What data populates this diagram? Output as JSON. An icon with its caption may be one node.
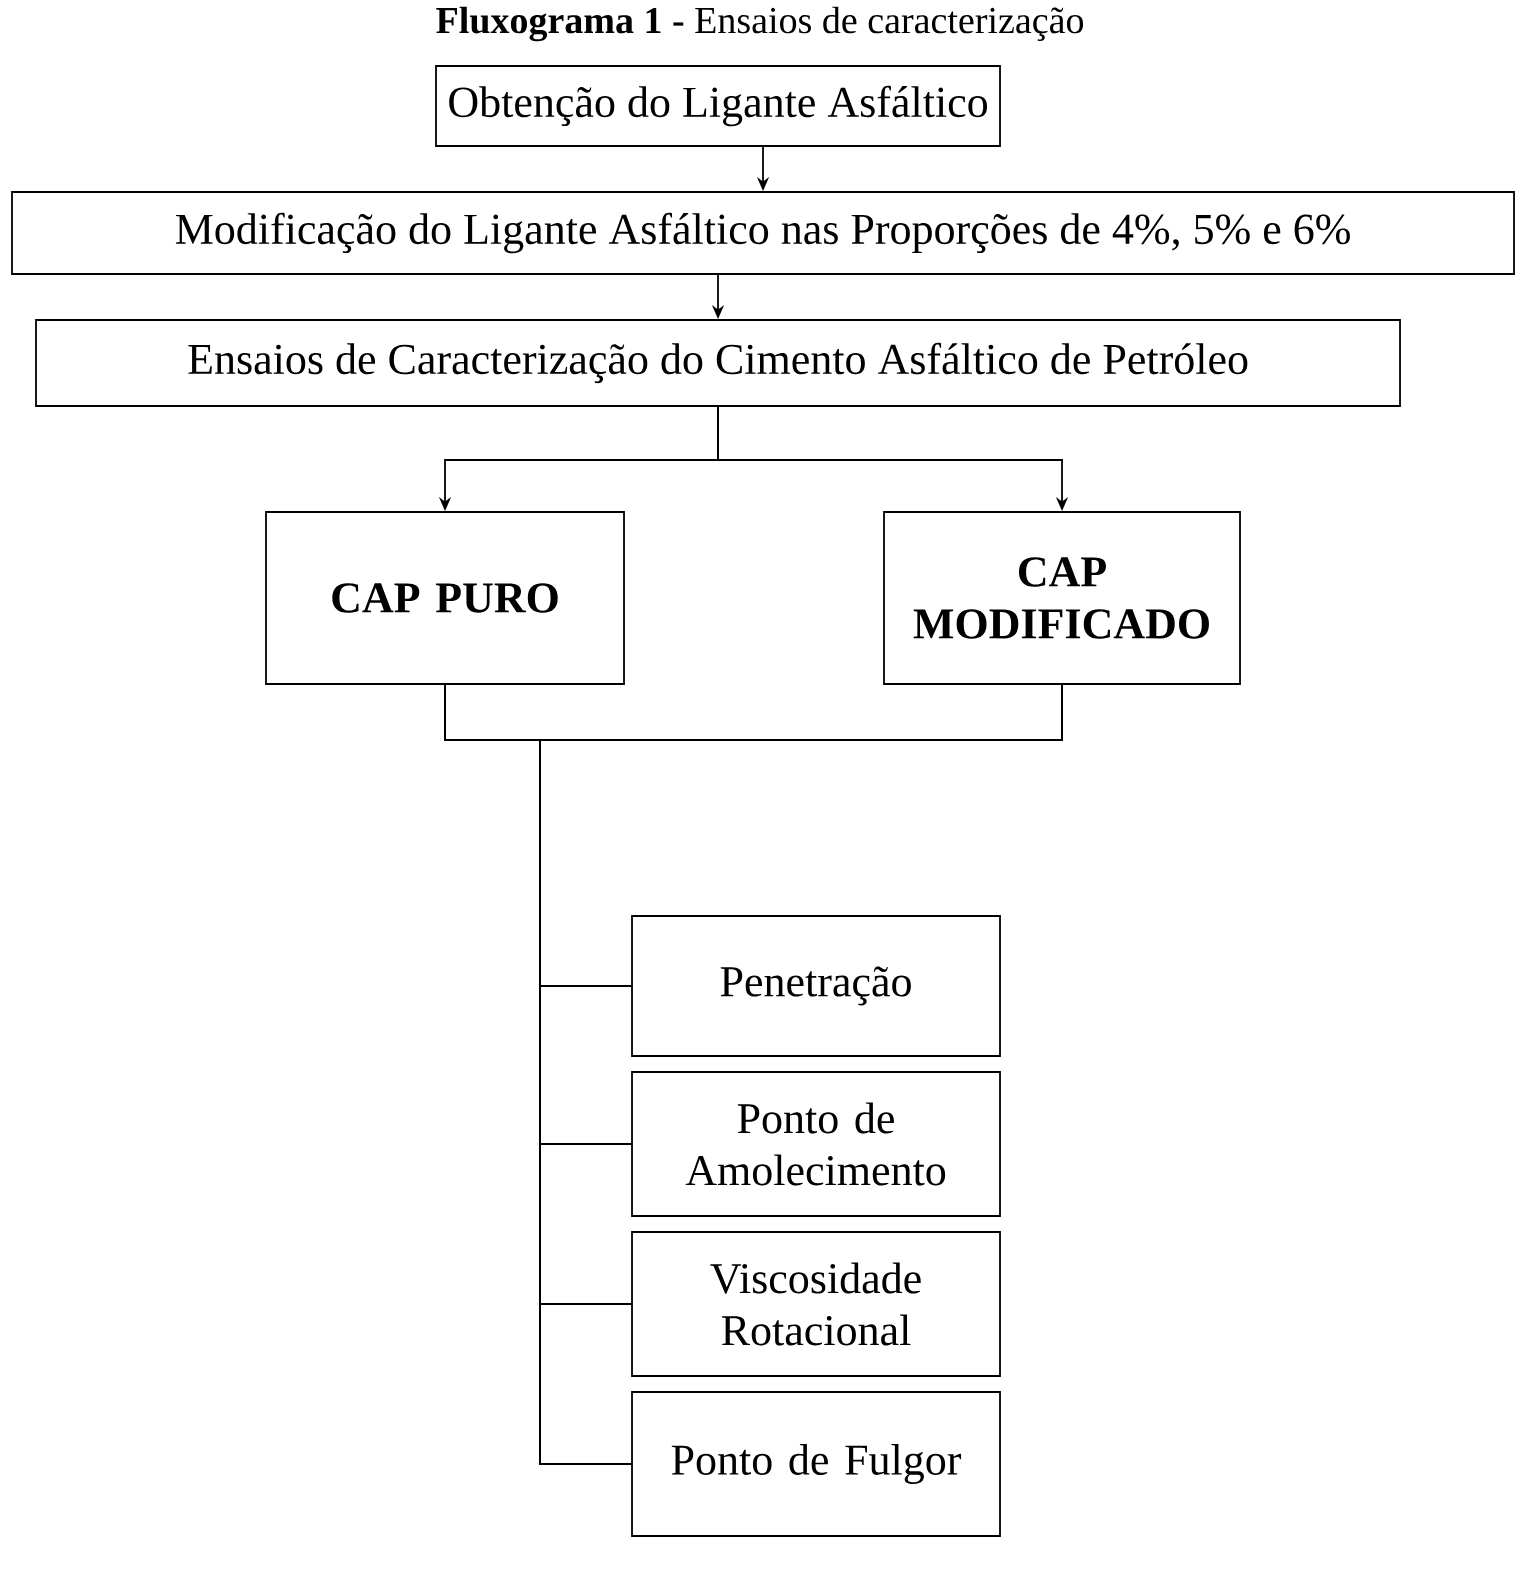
{
  "diagram": {
    "title": "**Fluxograma 1 -** Ensaios de caracterização",
    "nodes": [
      {
        "text": [
          "Obtenção do Ligante Asfáltico"
        ]
      },
      {
        "text": [
          "Modificação do Ligante Asfáltico nas Proporções de 4%, 5% e 6%"
        ]
      },
      {
        "text": [
          "Ensaios de Caracterização do Cimento Asfáltico de Petróleo"
        ]
      },
      {
        "text": [
          "CAP PURO"
        ]
      },
      {
        "text": [
          "CAP MODIFICADO"
        ]
      },
      {
        "text": [
          "Penetração"
        ]
      },
      {
        "text": [
          "Ponto de Amolecimento"
        ]
      },
      {
        "text": [
          "Viscosidade Rotacional"
        ]
      },
      {
        "text": [
          "Ponto de Fulgor"
        ]
      }
    ],
    "edges": [
      {
        "from": 0,
        "to": 1,
        "arrow": "to"
      },
      {
        "from": 1,
        "to": 2,
        "arrow": "to"
      },
      {
        "from": 2,
        "to": 3,
        "arrow": "to"
      },
      {
        "from": 2,
        "to": 4,
        "arrow": "to"
      },
      {
        "from": 3,
        "to": 5,
        "arrow": "none"
      },
      {
        "from": 3,
        "to": 6,
        "arrow": "none"
      },
      {
        "from": 3,
        "to": 7,
        "arrow": "none"
      },
      {
        "from": 3,
        "to": 8,
        "arrow": "none"
      },
      {
        "from": 4,
        "to": 5,
        "arrow": "none"
      },
      {
        "from": 4,
        "to": 6,
        "arrow": "none"
      },
      {
        "from": 4,
        "to": 7,
        "arrow": "none"
      },
      {
        "from": 4,
        "to": 8,
        "arrow": "none"
      }
    ]
  }
}
